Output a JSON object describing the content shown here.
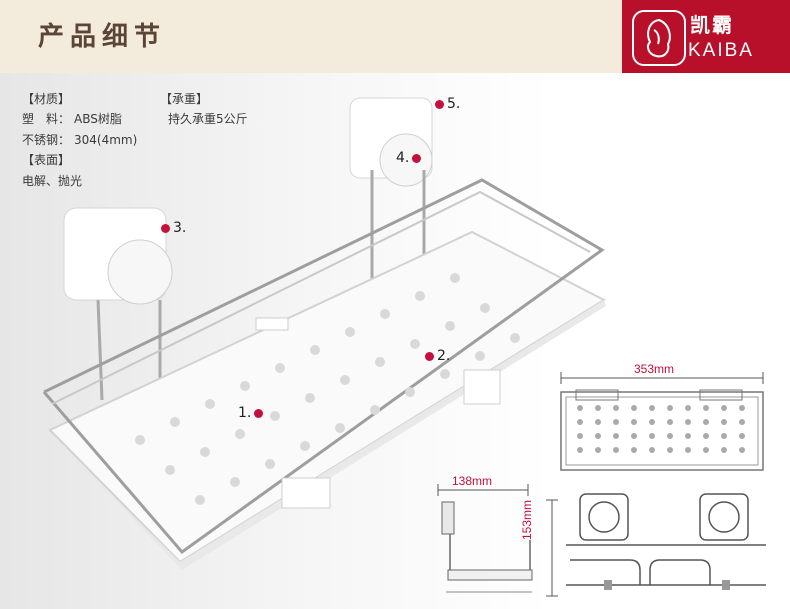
{
  "header": {
    "title": "产品细节"
  },
  "logo": {
    "brand_cn": "凯霸",
    "brand_en": "KAIBA"
  },
  "specs": {
    "material_heading": "【材质】",
    "plastic_label": "塑　料：",
    "plastic_value": "ABS树脂",
    "steel_label": "不锈钢：",
    "steel_value": "304(4mm)",
    "surface_heading": "【表面】",
    "surface_value": "电解、抛光",
    "load_heading": "【承重】",
    "load_value": "持久承重5公斤"
  },
  "markers": {
    "m1": "1.",
    "m2": "2.",
    "m3": "3.",
    "m4": "4.",
    "m5": "5."
  },
  "dimensions": {
    "length": "353mm",
    "depth": "138mm",
    "height": "153mm"
  },
  "colors": {
    "header_bg": "#f3ebdc",
    "title": "#5b4636",
    "brand": "#b8102a",
    "marker": "#c4103a"
  }
}
